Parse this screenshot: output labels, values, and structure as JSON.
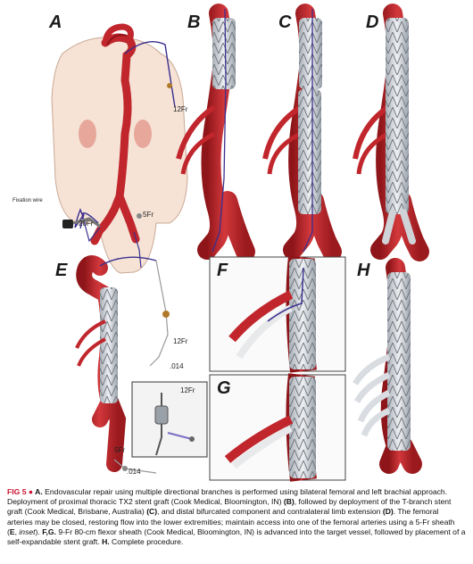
{
  "panels": {
    "A": "A",
    "B": "B",
    "C": "C",
    "D": "D",
    "E": "E",
    "F": "F",
    "G": "G",
    "H": "H"
  },
  "labels": {
    "a_12fr": "12Fr",
    "a_20fr": "20Fr",
    "a_5fr": "5Fr",
    "a_wire": "Fixation wire",
    "e_12fr": "12Fr",
    "e_014": ".014",
    "e_5fr": "5Fr",
    "e_014b": ".014",
    "inset_12fr": "12Fr"
  },
  "caption": {
    "fig": "FIG 5",
    "bullet": "●",
    "s1a": " A.",
    "s1b": " Endovascular repair using multiple directional branches is performed using bilateral femoral and left brachial approach. Deployment of proximal thoracic TX2 stent graft (Cook Medical, Bloomington, IN) ",
    "s1c": "(B)",
    "s1d": ", followed by deployment of the T-branch stent graft (Cook Medical, Brisbane, Australia) ",
    "s1e": "(C)",
    "s1f": ", and distal bifurcated component and contralateral limb extension ",
    "s1g": "(D)",
    "s1h": ". The femoral arteries may be closed, restoring flow into the lower extremities; maintain access into one of the femoral arteries using a 5-Fr sheath (",
    "s1i": "E",
    "s1j": ", ",
    "s1k": "inset",
    "s1l": "). ",
    "s1m": "F,G.",
    "s1n": " 9-Fr 80-cm flexor sheath (Cook Medical, Bloomington, IN) is advanced into the target vessel, followed by placement of a self-expandable stent graft. ",
    "s1o": "H.",
    "s1p": " Complete procedure."
  },
  "colors": {
    "aorta": "#c0262c",
    "aorta_dark": "#8e1519",
    "stent": "#d9dde2",
    "wire": "#3a2f8f",
    "skin": "#f6e3d6",
    "kidney": "#e7a79b",
    "caption_accent": "#c8102e"
  }
}
